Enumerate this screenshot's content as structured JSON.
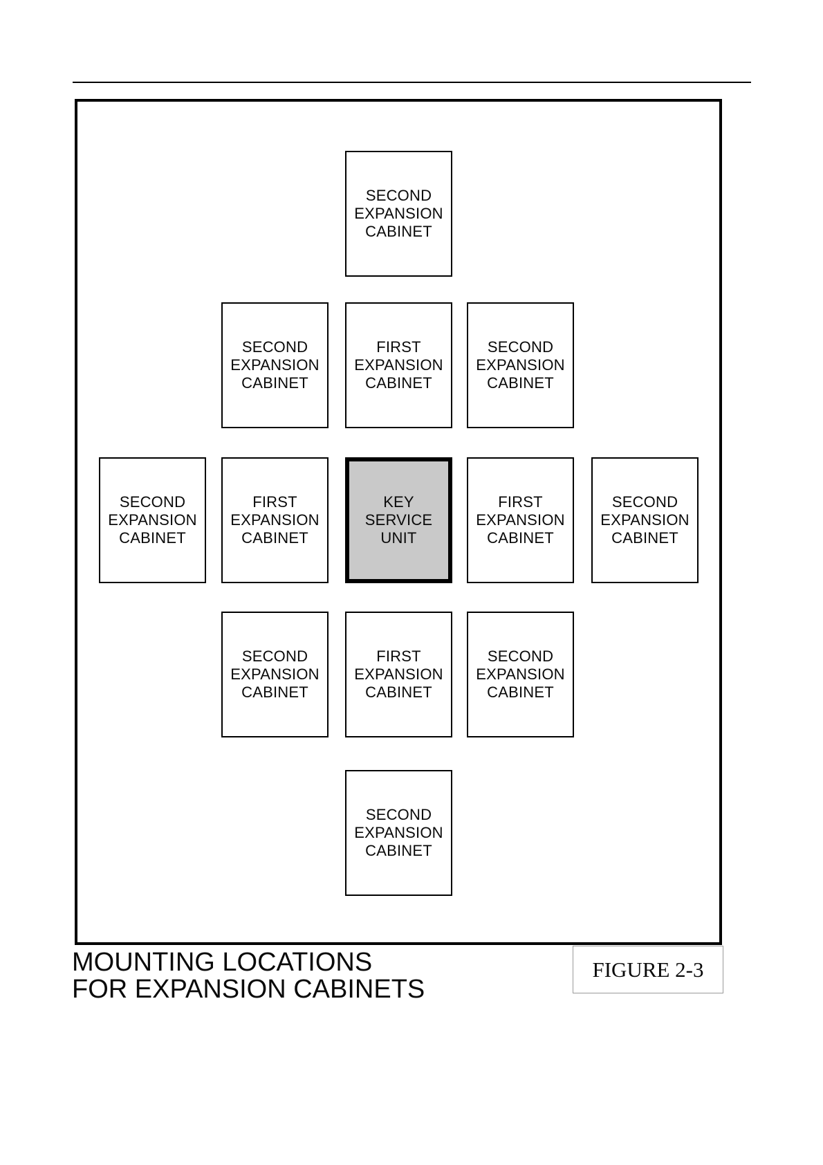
{
  "document": {
    "figure_label": "FIGURE 2-3",
    "caption": {
      "line1": "MOUNTING LOCATIONS",
      "line2": "FOR EXPANSION CABINETS"
    }
  },
  "diagram": {
    "description": "Cross-shaped arrangement of cabinet mounting locations around a central key service unit",
    "cells": [
      {
        "row": 0,
        "col": 2,
        "variant": "second",
        "lines": [
          "SECOND",
          "EXPANSION",
          "CABINET"
        ]
      },
      {
        "row": 1,
        "col": 1,
        "variant": "second",
        "lines": [
          "SECOND",
          "EXPANSION",
          "CABINET"
        ]
      },
      {
        "row": 1,
        "col": 2,
        "variant": "first",
        "lines": [
          "FIRST",
          "EXPANSION",
          "CABINET"
        ]
      },
      {
        "row": 1,
        "col": 3,
        "variant": "second",
        "lines": [
          "SECOND",
          "EXPANSION",
          "CABINET"
        ]
      },
      {
        "row": 2,
        "col": 0,
        "variant": "second",
        "lines": [
          "SECOND",
          "EXPANSION",
          "CABINET"
        ]
      },
      {
        "row": 2,
        "col": 1,
        "variant": "first",
        "lines": [
          "FIRST",
          "EXPANSION",
          "CABINET"
        ]
      },
      {
        "row": 2,
        "col": 2,
        "variant": "ksu",
        "lines": [
          "KEY",
          "SERVICE",
          "UNIT"
        ]
      },
      {
        "row": 2,
        "col": 3,
        "variant": "first",
        "lines": [
          "FIRST",
          "EXPANSION",
          "CABINET"
        ]
      },
      {
        "row": 2,
        "col": 4,
        "variant": "second",
        "lines": [
          "SECOND",
          "EXPANSION",
          "CABINET"
        ]
      },
      {
        "row": 3,
        "col": 1,
        "variant": "second",
        "lines": [
          "SECOND",
          "EXPANSION",
          "CABINET"
        ]
      },
      {
        "row": 3,
        "col": 2,
        "variant": "first",
        "lines": [
          "FIRST",
          "EXPANSION",
          "CABINET"
        ]
      },
      {
        "row": 3,
        "col": 3,
        "variant": "second",
        "lines": [
          "SECOND",
          "EXPANSION",
          "CABINET"
        ]
      },
      {
        "row": 4,
        "col": 2,
        "variant": "second",
        "lines": [
          "SECOND",
          "EXPANSION",
          "CABINET"
        ]
      }
    ]
  },
  "colors": {
    "line": "#000000",
    "ksu_fill": "#c9c9c9",
    "figure_box_border": "#9a9a9a"
  }
}
